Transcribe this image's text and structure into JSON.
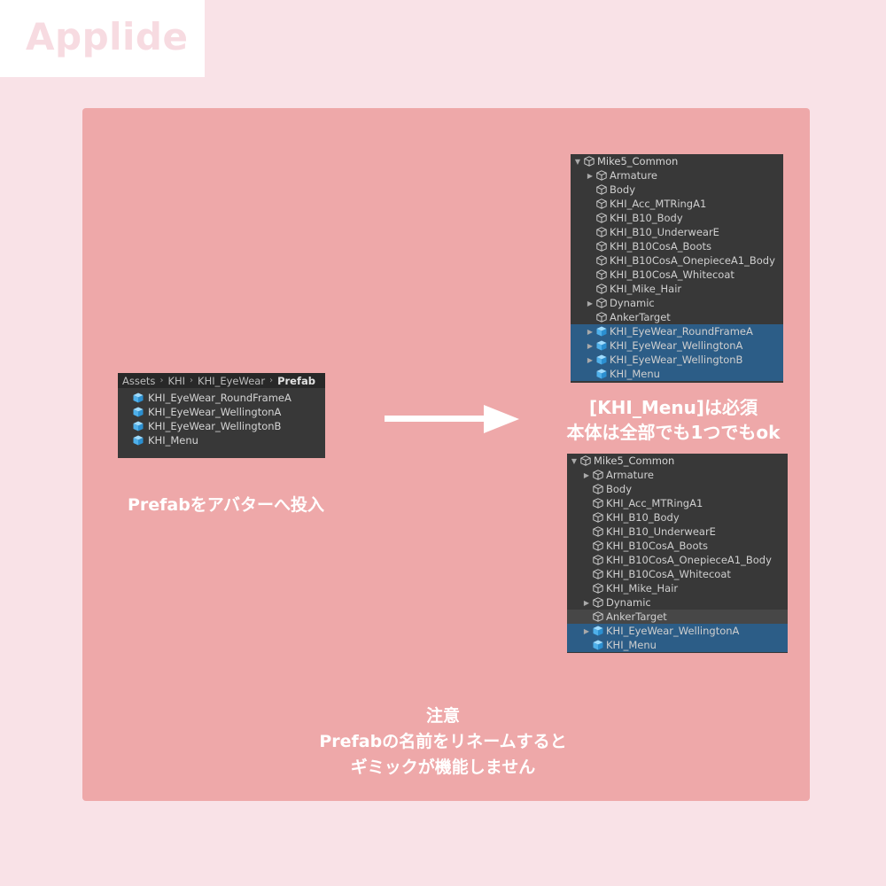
{
  "brand": {
    "logo_text": "Applide"
  },
  "project_panel": {
    "breadcrumb": [
      "Assets",
      "KHI",
      "KHI_EyeWear",
      "Prefab"
    ],
    "separator": "›",
    "items": [
      "KHI_EyeWear_RoundFrameA",
      "KHI_EyeWear_WellingtonA",
      "KHI_EyeWear_WellingtonB",
      "KHI_Menu"
    ]
  },
  "hierarchy_top": {
    "root": "Mike5_Common",
    "children": [
      {
        "label": "Armature",
        "expandable": true,
        "selected": false
      },
      {
        "label": "Body",
        "expandable": false,
        "selected": false
      },
      {
        "label": "KHI_Acc_MTRingA1",
        "expandable": false,
        "selected": false
      },
      {
        "label": "KHI_B10_Body",
        "expandable": false,
        "selected": false
      },
      {
        "label": "KHI_B10_UnderwearE",
        "expandable": false,
        "selected": false
      },
      {
        "label": "KHI_B10CosA_Boots",
        "expandable": false,
        "selected": false
      },
      {
        "label": "KHI_B10CosA_OnepieceA1_Body",
        "expandable": false,
        "selected": false
      },
      {
        "label": "KHI_B10CosA_Whitecoat",
        "expandable": false,
        "selected": false
      },
      {
        "label": "KHI_Mike_Hair",
        "expandable": false,
        "selected": false
      },
      {
        "label": "Dynamic",
        "expandable": true,
        "selected": false
      },
      {
        "label": "AnkerTarget",
        "expandable": false,
        "selected": false
      },
      {
        "label": "KHI_EyeWear_RoundFrameA",
        "expandable": true,
        "selected": true
      },
      {
        "label": "KHI_EyeWear_WellingtonA",
        "expandable": true,
        "selected": true
      },
      {
        "label": "KHI_EyeWear_WellingtonB",
        "expandable": true,
        "selected": true
      },
      {
        "label": "KHI_Menu",
        "expandable": false,
        "selected": true
      }
    ]
  },
  "hierarchy_bottom": {
    "root": "Mike5_Common",
    "children": [
      {
        "label": "Armature",
        "expandable": true,
        "selected": false
      },
      {
        "label": "Body",
        "expandable": false,
        "selected": false
      },
      {
        "label": "KHI_Acc_MTRingA1",
        "expandable": false,
        "selected": false
      },
      {
        "label": "KHI_B10_Body",
        "expandable": false,
        "selected": false
      },
      {
        "label": "KHI_B10_UnderwearE",
        "expandable": false,
        "selected": false
      },
      {
        "label": "KHI_B10CosA_Boots",
        "expandable": false,
        "selected": false
      },
      {
        "label": "KHI_B10CosA_OnepieceA1_Body",
        "expandable": false,
        "selected": false
      },
      {
        "label": "KHI_B10CosA_Whitecoat",
        "expandable": false,
        "selected": false
      },
      {
        "label": "KHI_Mike_Hair",
        "expandable": false,
        "selected": false
      },
      {
        "label": "Dynamic",
        "expandable": true,
        "selected": false
      },
      {
        "label": "AnkerTarget",
        "expandable": false,
        "selected": false,
        "hover": true
      },
      {
        "label": "KHI_EyeWear_WellingtonA",
        "expandable": true,
        "selected": true
      },
      {
        "label": "KHI_Menu",
        "expandable": false,
        "selected": true
      }
    ]
  },
  "messages": {
    "drag_instruction": "Prefabをアバターへ投入",
    "requirement_line1": "[KHI_Menu]は必須",
    "requirement_line2": "本体は全部でも1つでもok",
    "warning_title": "注意",
    "warning_line1": "Prefabの名前をリネームすると",
    "warning_line2": "ギミックが機能しません"
  },
  "colors": {
    "page_bg": "#f9e2e7",
    "card_bg": "#eea8a9",
    "panel_bg": "#383838",
    "selection": "#2c5d87",
    "prefab_icon": "#5fb8f0",
    "gameobject_icon": "#c8c8c8"
  },
  "icons": {
    "prefab": "prefab-cube-icon",
    "gameobject": "gameobject-cube-icon",
    "expand": "triangle-right-icon",
    "collapse": "triangle-down-icon",
    "arrow": "arrow-right-icon"
  }
}
